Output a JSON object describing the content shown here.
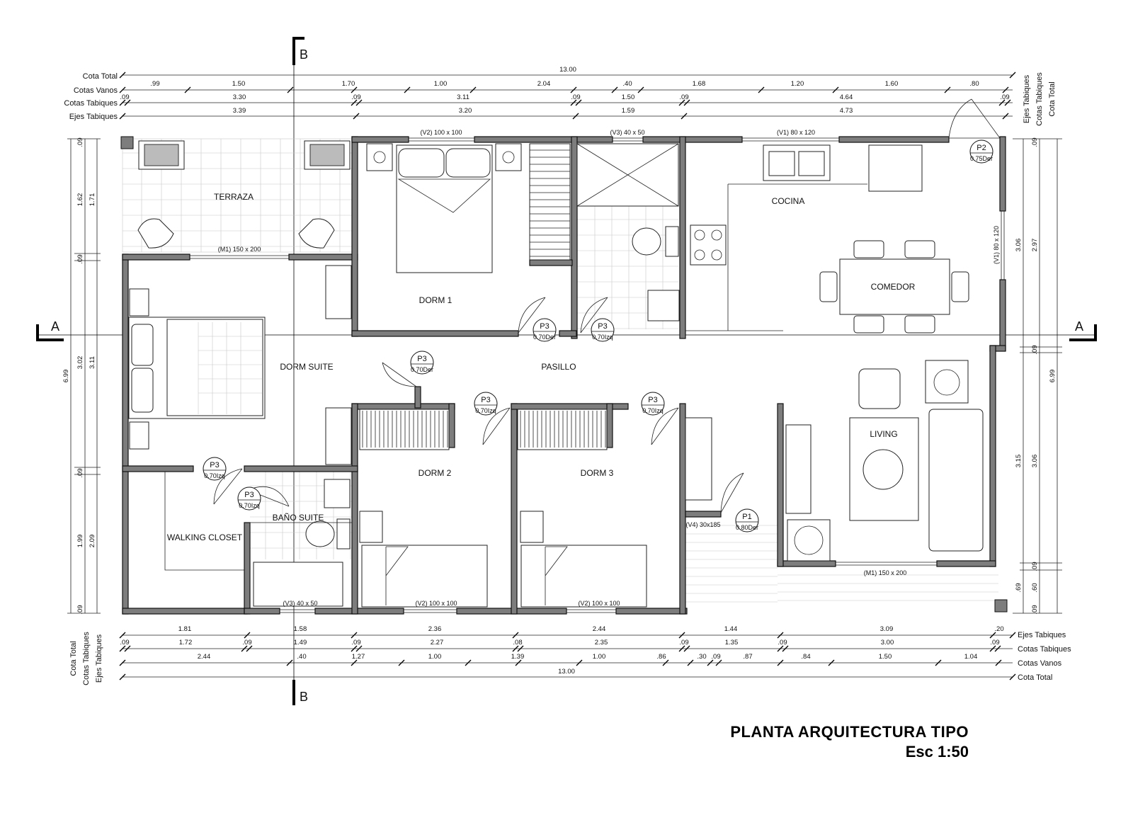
{
  "title": "PLANTA ARQUITECTURA TIPO",
  "scale": "Esc 1:50",
  "section_marks": {
    "a": "A",
    "b": "B"
  },
  "row_labels": {
    "cota_total": "Cota Total",
    "cotas_vanos": "Cotas Vanos",
    "cotas_tabiques": "Cotas Tabiques",
    "ejes_tabiques": "Ejes Tabiques"
  },
  "top_dims": {
    "cota_total": [
      "13.00"
    ],
    "cotas_vanos": [
      ".99",
      "1.50",
      "1.70",
      "1.00",
      "2.04",
      ".40",
      "1.68",
      "1.20",
      "1.60",
      ".80"
    ],
    "cotas_tabiques": [
      ".09",
      "3.30",
      ".09",
      "3.11",
      ".09",
      "1.50",
      ".09",
      "4.64",
      ".09"
    ],
    "ejes_tabiques": [
      "3.39",
      "3.20",
      "1.59",
      "4.73"
    ]
  },
  "bottom_dims": {
    "ejes_tabiques": [
      "1.81",
      "1.58",
      "2.36",
      "2.44",
      "1.44",
      "3.09",
      ".20"
    ],
    "cotas_tabiques": [
      ".09",
      "1.72",
      ".09",
      "1.49",
      ".09",
      "2.27",
      ".08",
      "2.35",
      ".09",
      "1.35",
      ".09",
      "3.00",
      ".09"
    ],
    "cotas_vanos": [
      "2.44",
      ".40",
      "1.27",
      "1.00",
      "1.39",
      "1.00",
      ".86",
      ".30",
      ".09",
      ".87",
      ".84",
      "1.50",
      "1.04"
    ],
    "cota_total": [
      "13.00"
    ]
  },
  "left_dims": {
    "outer": [
      "6.99"
    ],
    "middle": [
      "1.71",
      "3.11",
      "2.09"
    ],
    "inner": [
      "1.62",
      "3.02",
      "1.99"
    ],
    "ticks": [
      ".09",
      ".09",
      ".09",
      ".09"
    ]
  },
  "right_dims": {
    "outer": [
      "6.99"
    ],
    "middle": [
      "2.97",
      "3.06",
      ".60"
    ],
    "inner": [
      "3.06",
      "3.15",
      ".69"
    ],
    "ticks": [
      ".09",
      ".09",
      ".09",
      ".09"
    ]
  },
  "rooms": {
    "terraza": "TERRAZA",
    "dorm_suite": "DORM SUITE",
    "dorm1": "DORM 1",
    "dorm2": "DORM 2",
    "dorm3": "DORM 3",
    "pasillo": "PASILLO",
    "cocina": "COCINA",
    "comedor": "COMEDOR",
    "living": "LIVING",
    "walking_closet": "WALKING CLOSET",
    "bano_suite": "BAÑO SUITE"
  },
  "openings": {
    "v2_top": "(V2) 100 x 100",
    "v3_top": "(V3) 40 x 50",
    "v1_top": "(V1) 80 x 120",
    "m1_terraza": "(M1) 150 x 200",
    "v1_right": "(V1) 80 x 120",
    "m1_living": "(M1) 150 x 200",
    "v4": "(V4) 30x185",
    "v3_bottom": "(V3) 40 x 50",
    "v2_bottom_a": "(V2) 100 x 100",
    "v2_bottom_b": "(V2) 100 x 100"
  },
  "doors": [
    {
      "code": "P2",
      "spec": "0.75Der"
    },
    {
      "code": "P3",
      "spec": "0.70Der"
    },
    {
      "code": "P3",
      "spec": "0.70Izq"
    },
    {
      "code": "P3",
      "spec": "0.70Der"
    },
    {
      "code": "P3",
      "spec": "0.70Izq"
    },
    {
      "code": "P3",
      "spec": "0.70Izq"
    },
    {
      "code": "P3",
      "spec": "0.70Izq"
    },
    {
      "code": "P3",
      "spec": "0.70Izq"
    },
    {
      "code": "P1",
      "spec": "0.80Der"
    }
  ]
}
